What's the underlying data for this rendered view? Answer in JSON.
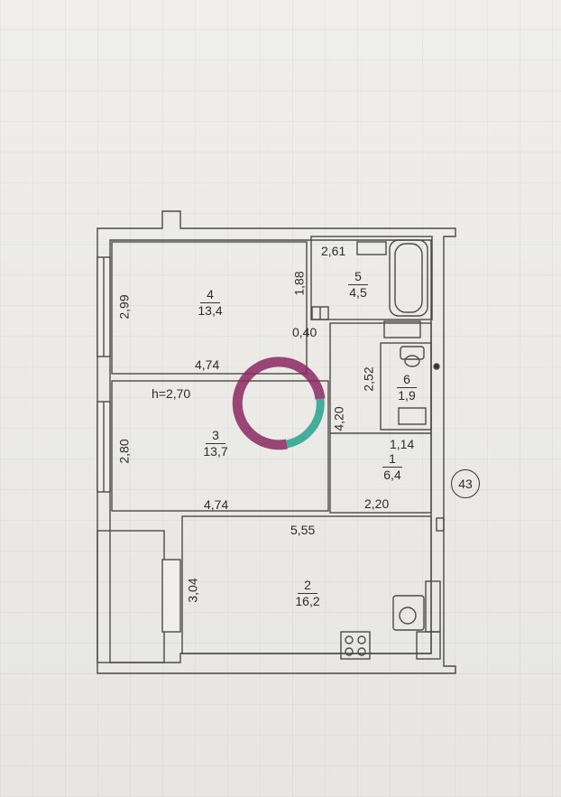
{
  "floor_plan": {
    "flat_number": "43",
    "ceiling_height": "h=2,70",
    "rooms": [
      {
        "id": "room-4",
        "number": "4",
        "area": "13,4"
      },
      {
        "id": "room-5",
        "number": "5",
        "area": "4,5"
      },
      {
        "id": "room-6",
        "number": "6",
        "area": "1,9"
      },
      {
        "id": "room-3",
        "number": "3",
        "area": "13,7"
      },
      {
        "id": "room-1",
        "number": "1",
        "area": "6,4"
      },
      {
        "id": "room-2",
        "number": "2",
        "area": "16,2"
      }
    ],
    "dimensions": {
      "room4_height": "2,99",
      "room4_width": "4,74",
      "room5_width": "2,61",
      "room5_height": "1,88",
      "door_gap": "0,40",
      "room6_height": "2,52",
      "room3_height": "2,80",
      "room3_width": "4,74",
      "hall_height": "4,20",
      "room1_width": "1,14",
      "hall_width": "2,20",
      "room2_width": "5,55",
      "room2_height": "3,04"
    }
  }
}
